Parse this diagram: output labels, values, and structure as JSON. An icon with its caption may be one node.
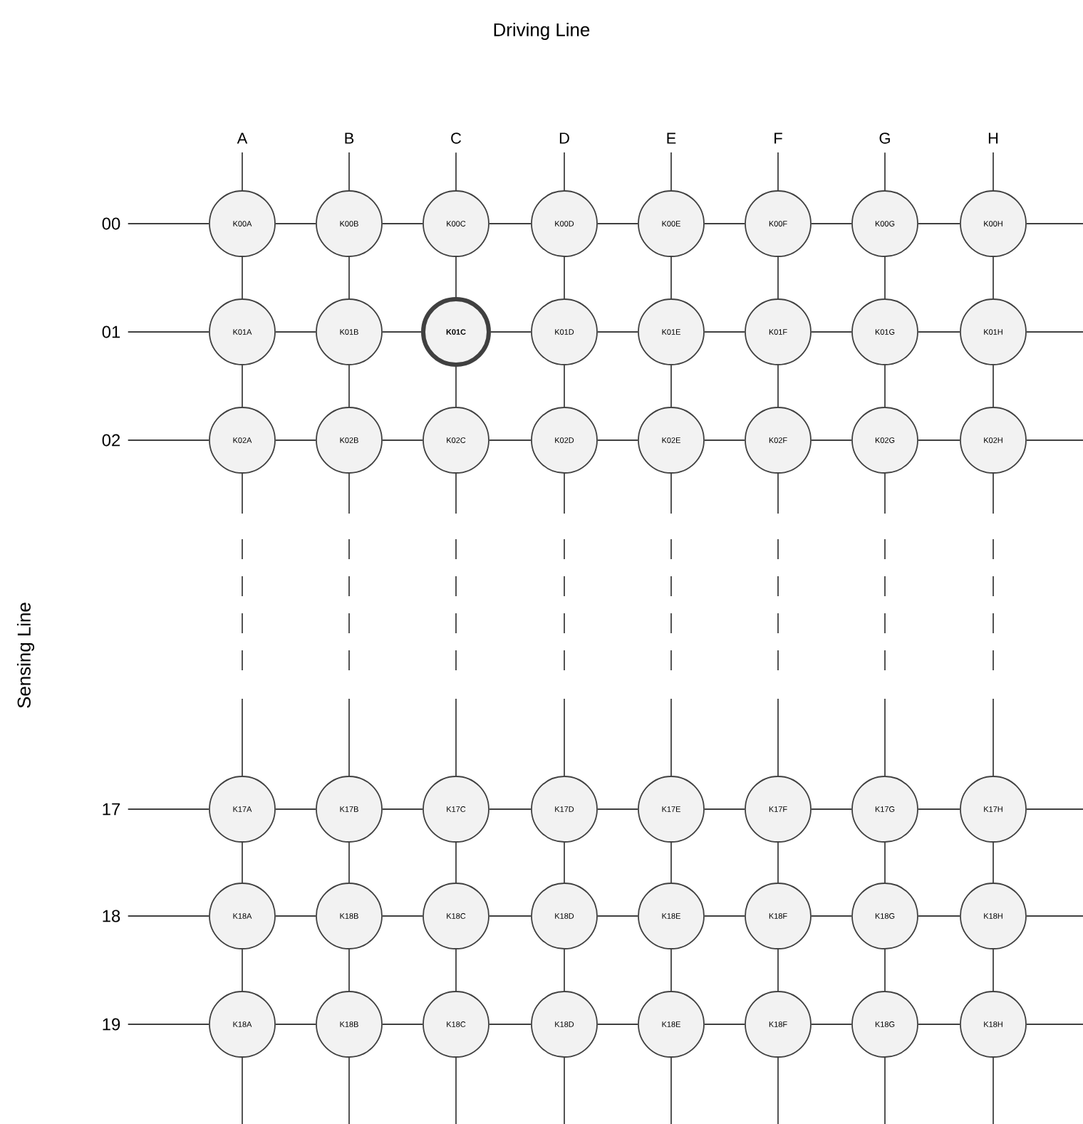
{
  "diagram": {
    "nodes": [
      {
        "text": [
          "A"
        ]
      },
      {
        "text": [
          "B"
        ]
      },
      {
        "text": [
          "C"
        ]
      },
      {
        "text": [
          "D"
        ]
      },
      {
        "text": [
          "E"
        ]
      },
      {
        "text": [
          "F"
        ]
      },
      {
        "text": [
          "G"
        ]
      },
      {
        "text": [
          "H"
        ]
      },
      {
        "text": [
          "00"
        ]
      },
      {
        "text": [
          "01"
        ]
      },
      {
        "text": [
          "02"
        ]
      },
      {
        "text": [
          "17"
        ]
      },
      {
        "text": [
          "18"
        ]
      },
      {
        "text": [
          "19"
        ]
      },
      {
        "text": [
          "K00A"
        ]
      },
      {
        "text": [
          "K00B"
        ]
      },
      {
        "text": [
          "K00C"
        ]
      },
      {
        "text": [
          "K00D"
        ]
      },
      {
        "text": [
          "K00E"
        ]
      },
      {
        "text": [
          "K00F"
        ]
      },
      {
        "text": [
          "K00G"
        ]
      },
      {
        "text": [
          "K00H"
        ]
      },
      {
        "text": [
          "K01A"
        ]
      },
      {
        "text": [
          "K01B"
        ]
      },
      {
        "text": [
          "K01C"
        ]
      },
      {
        "text": [
          "K01D"
        ]
      },
      {
        "text": [
          "K01E"
        ]
      },
      {
        "text": [
          "K01F"
        ]
      },
      {
        "text": [
          "K01G"
        ]
      },
      {
        "text": [
          "K01H"
        ]
      },
      {
        "text": [
          "K02A"
        ]
      },
      {
        "text": [
          "K02B"
        ]
      },
      {
        "text": [
          "K02C"
        ]
      },
      {
        "text": [
          "K02D"
        ]
      },
      {
        "text": [
          "K02E"
        ]
      },
      {
        "text": [
          "K02F"
        ]
      },
      {
        "text": [
          "K02G"
        ]
      },
      {
        "text": [
          "K02H"
        ]
      },
      {
        "text": [
          "K17A"
        ]
      },
      {
        "text": [
          "K17B"
        ]
      },
      {
        "text": [
          "K17C"
        ]
      },
      {
        "text": [
          "K17D"
        ]
      },
      {
        "text": [
          "K17E"
        ]
      },
      {
        "text": [
          "K17F"
        ]
      },
      {
        "text": [
          "K17G"
        ]
      },
      {
        "text": [
          "K17H"
        ]
      },
      {
        "text": [
          "K18A"
        ]
      },
      {
        "text": [
          "K18B"
        ]
      },
      {
        "text": [
          "K18C"
        ]
      },
      {
        "text": [
          "K18D"
        ]
      },
      {
        "text": [
          "K18E"
        ]
      },
      {
        "text": [
          "K18F"
        ]
      },
      {
        "text": [
          "K18G"
        ]
      },
      {
        "text": [
          "K18H"
        ]
      },
      {
        "text": [
          "K18A"
        ]
      },
      {
        "text": [
          "K18B"
        ]
      },
      {
        "text": [
          "K18C"
        ]
      },
      {
        "text": [
          "K18D"
        ]
      },
      {
        "text": [
          "K18E"
        ]
      },
      {
        "text": [
          "K18F"
        ]
      },
      {
        "text": [
          "K18G"
        ]
      },
      {
        "text": [
          "K18H"
        ]
      }
    ],
    "edges": [
      {
        "from": 0,
        "to": 14,
        "arrow": "none"
      },
      {
        "from": 1,
        "to": 15,
        "arrow": "none"
      },
      {
        "from": 2,
        "to": 16,
        "arrow": "none"
      },
      {
        "from": 3,
        "to": 17,
        "arrow": "none"
      },
      {
        "from": 4,
        "to": 18,
        "arrow": "none"
      },
      {
        "from": 5,
        "to": 19,
        "arrow": "none"
      },
      {
        "from": 6,
        "to": 20,
        "arrow": "none"
      },
      {
        "from": 7,
        "to": 21,
        "arrow": "none"
      },
      {
        "from": 14,
        "to": 22,
        "arrow": "none"
      },
      {
        "from": 15,
        "to": 23,
        "arrow": "none"
      },
      {
        "from": 16,
        "to": 24,
        "arrow": "none"
      },
      {
        "from": 17,
        "to": 25,
        "arrow": "none"
      },
      {
        "from": 18,
        "to": 26,
        "arrow": "none"
      },
      {
        "from": 19,
        "to": 27,
        "arrow": "none"
      },
      {
        "from": 20,
        "to": 28,
        "arrow": "none"
      },
      {
        "from": 21,
        "to": 29,
        "arrow": "none"
      },
      {
        "from": 22,
        "to": 30,
        "arrow": "none"
      },
      {
        "from": 23,
        "to": 31,
        "arrow": "none"
      },
      {
        "from": 24,
        "to": 32,
        "arrow": "none"
      },
      {
        "from": 25,
        "to": 33,
        "arrow": "none"
      },
      {
        "from": 26,
        "to": 34,
        "arrow": "none"
      },
      {
        "from": 27,
        "to": 35,
        "arrow": "none"
      },
      {
        "from": 28,
        "to": 36,
        "arrow": "none"
      },
      {
        "from": 29,
        "to": 37,
        "arrow": "none"
      },
      {
        "from": 30,
        "to": 38,
        "arrow": "none",
        "style": "dashed"
      },
      {
        "from": 31,
        "to": 39,
        "arrow": "none",
        "style": "dashed"
      },
      {
        "from": 32,
        "to": 40,
        "arrow": "none",
        "style": "dashed"
      },
      {
        "from": 33,
        "to": 41,
        "arrow": "none",
        "style": "dashed"
      },
      {
        "from": 34,
        "to": 42,
        "arrow": "none",
        "style": "dashed"
      },
      {
        "from": 35,
        "to": 43,
        "arrow": "none",
        "style": "dashed"
      },
      {
        "from": 36,
        "to": 44,
        "arrow": "none",
        "style": "dashed"
      },
      {
        "from": 37,
        "to": 45,
        "arrow": "none",
        "style": "dashed"
      },
      {
        "from": 38,
        "to": 46,
        "arrow": "none"
      },
      {
        "from": 39,
        "to": 47,
        "arrow": "none"
      },
      {
        "from": 40,
        "to": 48,
        "arrow": "none"
      },
      {
        "from": 41,
        "to": 49,
        "arrow": "none"
      },
      {
        "from": 42,
        "to": 50,
        "arrow": "none"
      },
      {
        "from": 43,
        "to": 51,
        "arrow": "none"
      },
      {
        "from": 44,
        "to": 52,
        "arrow": "none"
      },
      {
        "from": 45,
        "to": 53,
        "arrow": "none"
      },
      {
        "from": 46,
        "to": 54,
        "arrow": "none"
      },
      {
        "from": 47,
        "to": 55,
        "arrow": "none"
      },
      {
        "from": 48,
        "to": 56,
        "arrow": "none"
      },
      {
        "from": 49,
        "to": 57,
        "arrow": "none"
      },
      {
        "from": 50,
        "to": 58,
        "arrow": "none"
      },
      {
        "from": 51,
        "to": 59,
        "arrow": "none"
      },
      {
        "from": 52,
        "to": 60,
        "arrow": "none"
      },
      {
        "from": 53,
        "to": 61,
        "arrow": "none"
      },
      {
        "from": 54,
        "to": null,
        "arrow": "none"
      },
      {
        "from": 55,
        "to": null,
        "arrow": "none"
      },
      {
        "from": 56,
        "to": null,
        "arrow": "none"
      },
      {
        "from": 57,
        "to": null,
        "arrow": "none"
      },
      {
        "from": 58,
        "to": null,
        "arrow": "none"
      },
      {
        "from": 59,
        "to": null,
        "arrow": "none"
      },
      {
        "from": 60,
        "to": null,
        "arrow": "none"
      },
      {
        "from": 61,
        "to": null,
        "arrow": "none"
      },
      {
        "from": 8,
        "to": 14,
        "arrow": "none"
      },
      {
        "from": 14,
        "to": 15,
        "arrow": "none"
      },
      {
        "from": 15,
        "to": 16,
        "arrow": "none"
      },
      {
        "from": 16,
        "to": 17,
        "arrow": "none"
      },
      {
        "from": 17,
        "to": 18,
        "arrow": "none"
      },
      {
        "from": 18,
        "to": 19,
        "arrow": "none"
      },
      {
        "from": 19,
        "to": 20,
        "arrow": "none"
      },
      {
        "from": 20,
        "to": 21,
        "arrow": "none"
      },
      {
        "from": 21,
        "to": null,
        "arrow": "none"
      },
      {
        "from": 9,
        "to": 22,
        "arrow": "none"
      },
      {
        "from": 22,
        "to": 23,
        "arrow": "none"
      },
      {
        "from": 23,
        "to": 24,
        "arrow": "none"
      },
      {
        "from": 24,
        "to": 25,
        "arrow": "none"
      },
      {
        "from": 25,
        "to": 26,
        "arrow": "none"
      },
      {
        "from": 26,
        "to": 27,
        "arrow": "none"
      },
      {
        "from": 27,
        "to": 28,
        "arrow": "none"
      },
      {
        "from": 28,
        "to": 29,
        "arrow": "none"
      },
      {
        "from": 29,
        "to": null,
        "arrow": "none"
      },
      {
        "from": 10,
        "to": 30,
        "arrow": "none"
      },
      {
        "from": 30,
        "to": 31,
        "arrow": "none"
      },
      {
        "from": 31,
        "to": 32,
        "arrow": "none"
      },
      {
        "from": 32,
        "to": 33,
        "arrow": "none"
      },
      {
        "from": 33,
        "to": 34,
        "arrow": "none"
      },
      {
        "from": 34,
        "to": 35,
        "arrow": "none"
      },
      {
        "from": 35,
        "to": 36,
        "arrow": "none"
      },
      {
        "from": 36,
        "to": 37,
        "arrow": "none"
      },
      {
        "from": 37,
        "to": null,
        "arrow": "none"
      },
      {
        "from": 11,
        "to": 38,
        "arrow": "none"
      },
      {
        "from": 38,
        "to": 39,
        "arrow": "none"
      },
      {
        "from": 39,
        "to": 40,
        "arrow": "none"
      },
      {
        "from": 40,
        "to": 41,
        "arrow": "none"
      },
      {
        "from": 41,
        "to": 42,
        "arrow": "none"
      },
      {
        "from": 42,
        "to": 43,
        "arrow": "none"
      },
      {
        "from": 43,
        "to": 44,
        "arrow": "none"
      },
      {
        "from": 44,
        "to": 45,
        "arrow": "none"
      },
      {
        "from": 45,
        "to": null,
        "arrow": "none"
      },
      {
        "from": 12,
        "to": 46,
        "arrow": "none"
      },
      {
        "from": 46,
        "to": 47,
        "arrow": "none"
      },
      {
        "from": 47,
        "to": 48,
        "arrow": "none"
      },
      {
        "from": 48,
        "to": 49,
        "arrow": "none"
      },
      {
        "from": 49,
        "to": 50,
        "arrow": "none"
      },
      {
        "from": 50,
        "to": 51,
        "arrow": "none"
      },
      {
        "from": 51,
        "to": 52,
        "arrow": "none"
      },
      {
        "from": 52,
        "to": 53,
        "arrow": "none"
      },
      {
        "from": 53,
        "to": null,
        "arrow": "none"
      },
      {
        "from": 13,
        "to": 54,
        "arrow": "none"
      },
      {
        "from": 54,
        "to": 55,
        "arrow": "none"
      },
      {
        "from": 55,
        "to": 56,
        "arrow": "none"
      },
      {
        "from": 56,
        "to": 57,
        "arrow": "none"
      },
      {
        "from": 57,
        "to": 58,
        "arrow": "none"
      },
      {
        "from": 58,
        "to": 59,
        "arrow": "none"
      },
      {
        "from": 59,
        "to": 60,
        "arrow": "none"
      },
      {
        "from": 60,
        "to": 61,
        "arrow": "none"
      },
      {
        "from": 61,
        "to": null,
        "arrow": "none"
      }
    ],
    "labels": [
      "Driving Line",
      "Sensing Line"
    ]
  }
}
